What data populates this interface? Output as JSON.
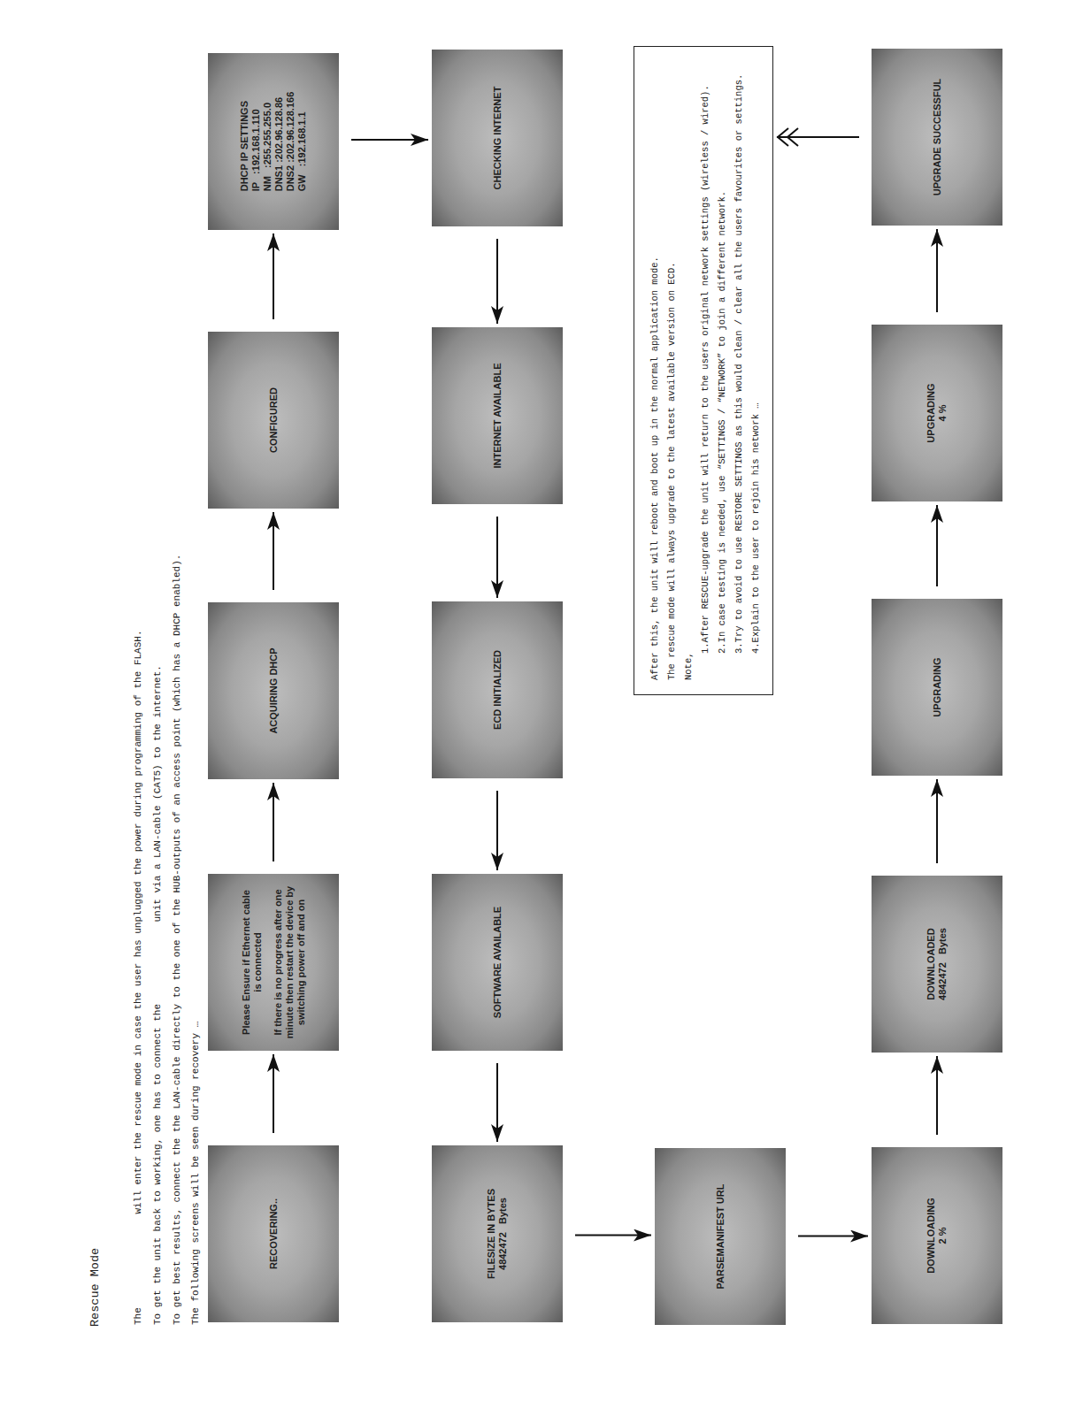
{
  "diagram": {
    "title": "Rescue Mode",
    "nodes": [
      {
        "text": [
          "RECOVERING.."
        ]
      },
      {
        "text": [
          "Please Ensure if Ethernet cable is connected",
          "If there is no progress after one minute then restart the device by switching power off and on"
        ]
      },
      {
        "text": [
          "ACQUIRING DHCP"
        ]
      },
      {
        "text": [
          "CONFIGURED"
        ]
      },
      {
        "text": [
          "DHCP IP SETTINGS",
          "IP   :192.168.1.110",
          "NM   :255.255.255.0",
          "DNS1 :202.96.128.86",
          "DNS2 :202.96.128.166",
          "GW   :192.168.1.1"
        ]
      },
      {
        "text": [
          "CHECKING INTERNET"
        ]
      },
      {
        "text": [
          "INTERNET AVAILABLE"
        ]
      },
      {
        "text": [
          "ECD INITIALIZED"
        ]
      },
      {
        "text": [
          "SOFTWARE AVAILABLE"
        ]
      },
      {
        "text": [
          "FILESIZE IN BYTES",
          "4842472   Bytes"
        ]
      },
      {
        "text": [
          "PARSEMANIFEST URL"
        ]
      },
      {
        "text": [
          "DOWNLOADING",
          "2 %"
        ]
      },
      {
        "text": [
          "DOWNLOADED",
          "4842472   Bytes"
        ]
      },
      {
        "text": [
          "UPGRADING"
        ]
      },
      {
        "text": [
          "UPGRADING",
          "4 %"
        ]
      },
      {
        "text": [
          "UPGRADE SUCCESSFUL"
        ]
      },
      {
        "text": [
          "After this, the unit will reboot and boot up in the normal application mode.",
          "The rescue mode will always upgrade to the latest available version on ECD.",
          "Note,",
          "1.After RESCUE-upgrade the unit will return to the users original network settings (wireless / wired).",
          "2.In case testing is needed, use “SETTINGS / “NETWORK” to join a different network.",
          "3.Try to avoid to use RESTORE SETTINGS as this would clean / clear all the users favourites or settings.",
          "4.Explain to the user to rejoin his network …"
        ]
      }
    ],
    "edges": [
      {
        "from": 0,
        "to": 1,
        "arrow": "to"
      },
      {
        "from": 1,
        "to": 2,
        "arrow": "to"
      },
      {
        "from": 2,
        "to": 3,
        "arrow": "to"
      },
      {
        "from": 3,
        "to": 4,
        "arrow": "to"
      },
      {
        "from": 4,
        "to": 5,
        "arrow": "to"
      },
      {
        "from": 5,
        "to": 6,
        "arrow": "to"
      },
      {
        "from": 6,
        "to": 7,
        "arrow": "to"
      },
      {
        "from": 7,
        "to": 8,
        "arrow": "to"
      },
      {
        "from": 8,
        "to": 9,
        "arrow": "to"
      },
      {
        "from": 9,
        "to": 10,
        "arrow": "to"
      },
      {
        "from": 10,
        "to": 11,
        "arrow": "to"
      },
      {
        "from": 11,
        "to": 12,
        "arrow": "to"
      },
      {
        "from": 12,
        "to": 13,
        "arrow": "to"
      },
      {
        "from": 13,
        "to": 14,
        "arrow": "to"
      },
      {
        "from": 14,
        "to": 15,
        "arrow": "to"
      },
      {
        "from": 15,
        "to": 16,
        "arrow": "to"
      }
    ],
    "labels": [
      "The                will enter the rescue mode in case the user has unplugged the power during programming of the FLASH.",
      "To get the unit back to working, one has to connect the              unit via a LAN-cable (CAT5) to the internet.",
      "To get best results, connect the the LAN-cable directly to the one of the HUB-outputs of an access point (which has a DHCP enabled).",
      "The following screens will be seen during recovery …"
    ]
  }
}
